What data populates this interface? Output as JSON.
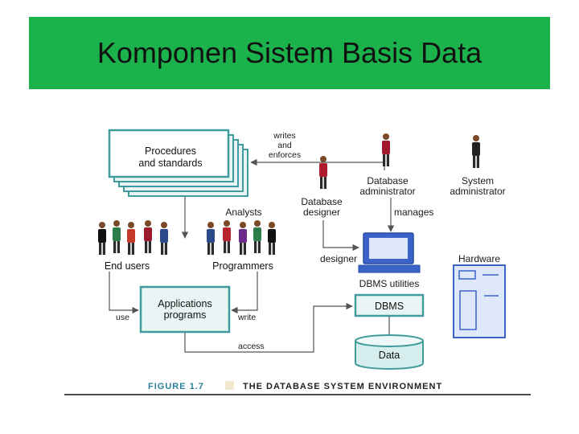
{
  "slide": {
    "title": "Komponen Sistem Basis Data"
  },
  "colors": {
    "header_green": "#1bb24b",
    "box_teal": "#3f9b9c",
    "box_fill": "#e9f5f4",
    "figure_label": "#2a7f9a",
    "hardware_blue": "#3c64c8",
    "hardware_fill": "#dfe8fa"
  },
  "diagram": {
    "procedures_box": {
      "line1": "Procedures",
      "line2": "and standards"
    },
    "writes_label": {
      "line1": "writes",
      "line2": "and",
      "line3": "enforces"
    },
    "database_admin": {
      "line1": "Database",
      "line2": "administrator"
    },
    "system_admin": {
      "line1": "System",
      "line2": "administrator"
    },
    "database_designer": {
      "line1": "Database",
      "line2": "designer"
    },
    "analysts_label": "Analysts",
    "manages_label": "manages",
    "end_users_label": "End users",
    "programmers_label": "Programmers",
    "designer_label": "designer",
    "hardware_label": "Hardware",
    "dbms_utilities_label": "DBMS utilities",
    "applications_box": {
      "line1": "Applications",
      "line2": "programs"
    },
    "dbms_box": "DBMS",
    "use_label": "use",
    "write_label": "write",
    "access_label": "access",
    "data_label": "Data",
    "figure_number": "FIGURE 1.7",
    "figure_caption": "THE DATABASE SYSTEM ENVIRONMENT"
  }
}
